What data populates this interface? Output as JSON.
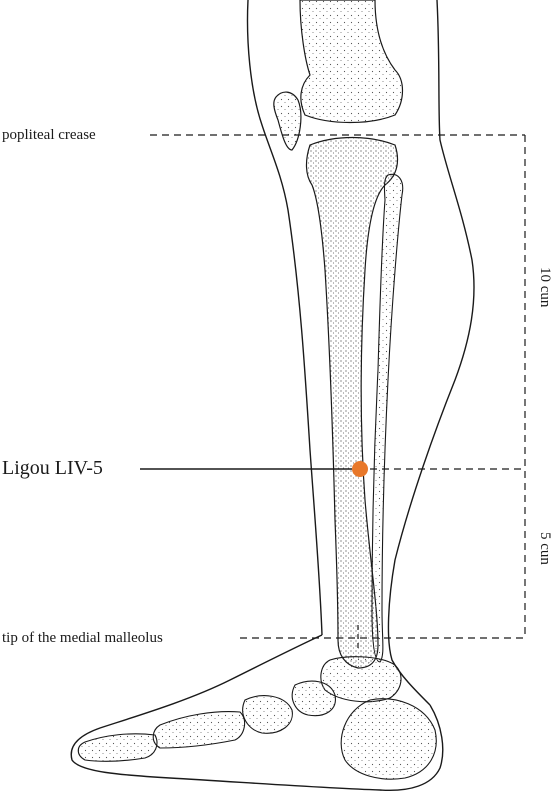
{
  "labels": {
    "popliteal_crease": "popliteal crease",
    "point_name": "Ligou LIV-5",
    "malleolus": "tip of the medial malleolus",
    "upper_measure": "10 cun",
    "lower_measure": "5 cun"
  },
  "colors": {
    "line": "#1a1a1a",
    "point": "#e8782a",
    "bone_fill": "#ffffff",
    "stipple": "#555555"
  },
  "icons": {
    "acupoint": "orange-dot-icon"
  }
}
